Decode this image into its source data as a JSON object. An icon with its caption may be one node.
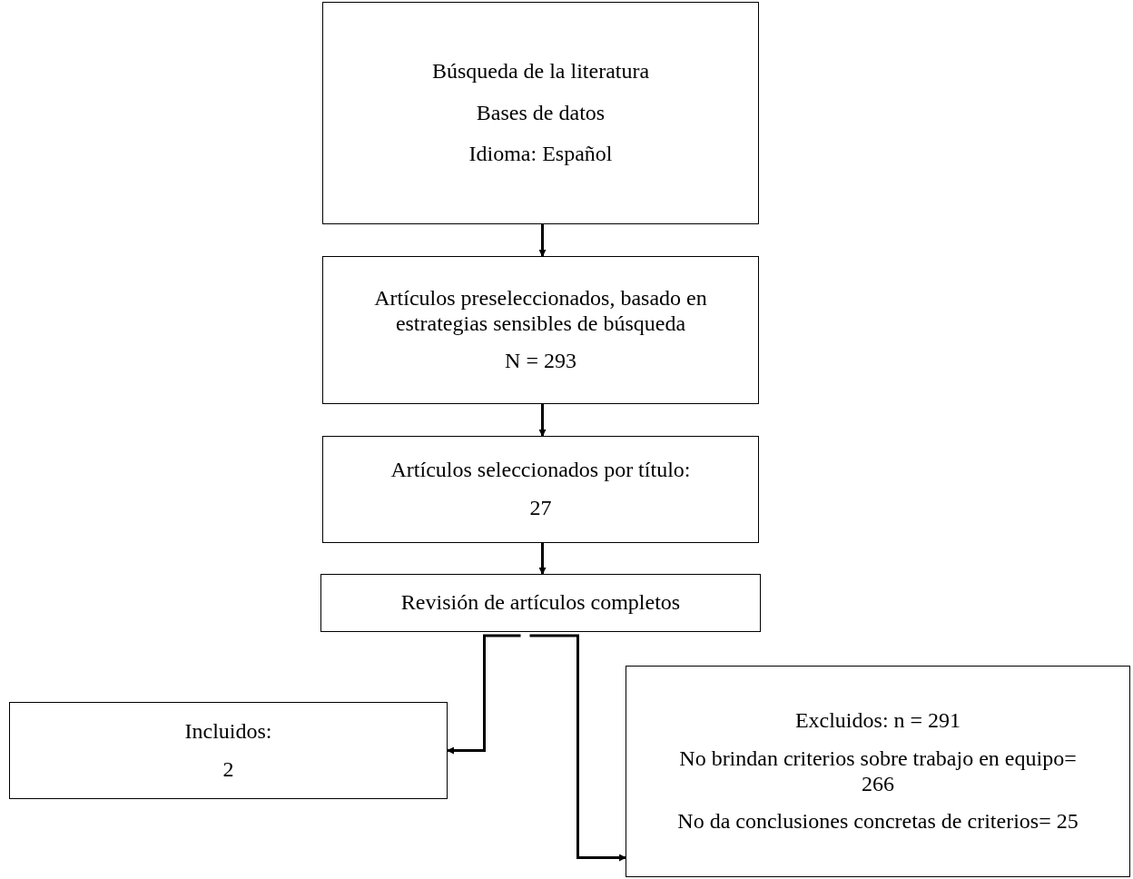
{
  "diagram": {
    "nodes": [
      {
        "text": [
          "Búsqueda de la literatura",
          "Bases de datos",
          "Idioma: Español"
        ]
      },
      {
        "text": [
          "Artículos preseleccionados, basado en estrategias sensibles de búsqueda",
          "N = 293"
        ]
      },
      {
        "text": [
          "Artículos seleccionados por título:",
          "27"
        ]
      },
      {
        "text": [
          "Revisión de artículos completos"
        ]
      },
      {
        "text": [
          "Incluidos:",
          "2"
        ]
      },
      {
        "text": [
          "Excluidos: n = 291",
          "No brindan criterios sobre trabajo en equipo= 266",
          "No da conclusiones concretas de criterios= 25"
        ]
      }
    ],
    "edges": [
      {
        "from": 0,
        "to": 1,
        "arrow": "to"
      },
      {
        "from": 1,
        "to": 2,
        "arrow": "to"
      },
      {
        "from": 2,
        "to": 3,
        "arrow": "to"
      },
      {
        "from": 3,
        "to": 4,
        "arrow": "to"
      },
      {
        "from": 3,
        "to": 5,
        "arrow": "to"
      }
    ]
  }
}
